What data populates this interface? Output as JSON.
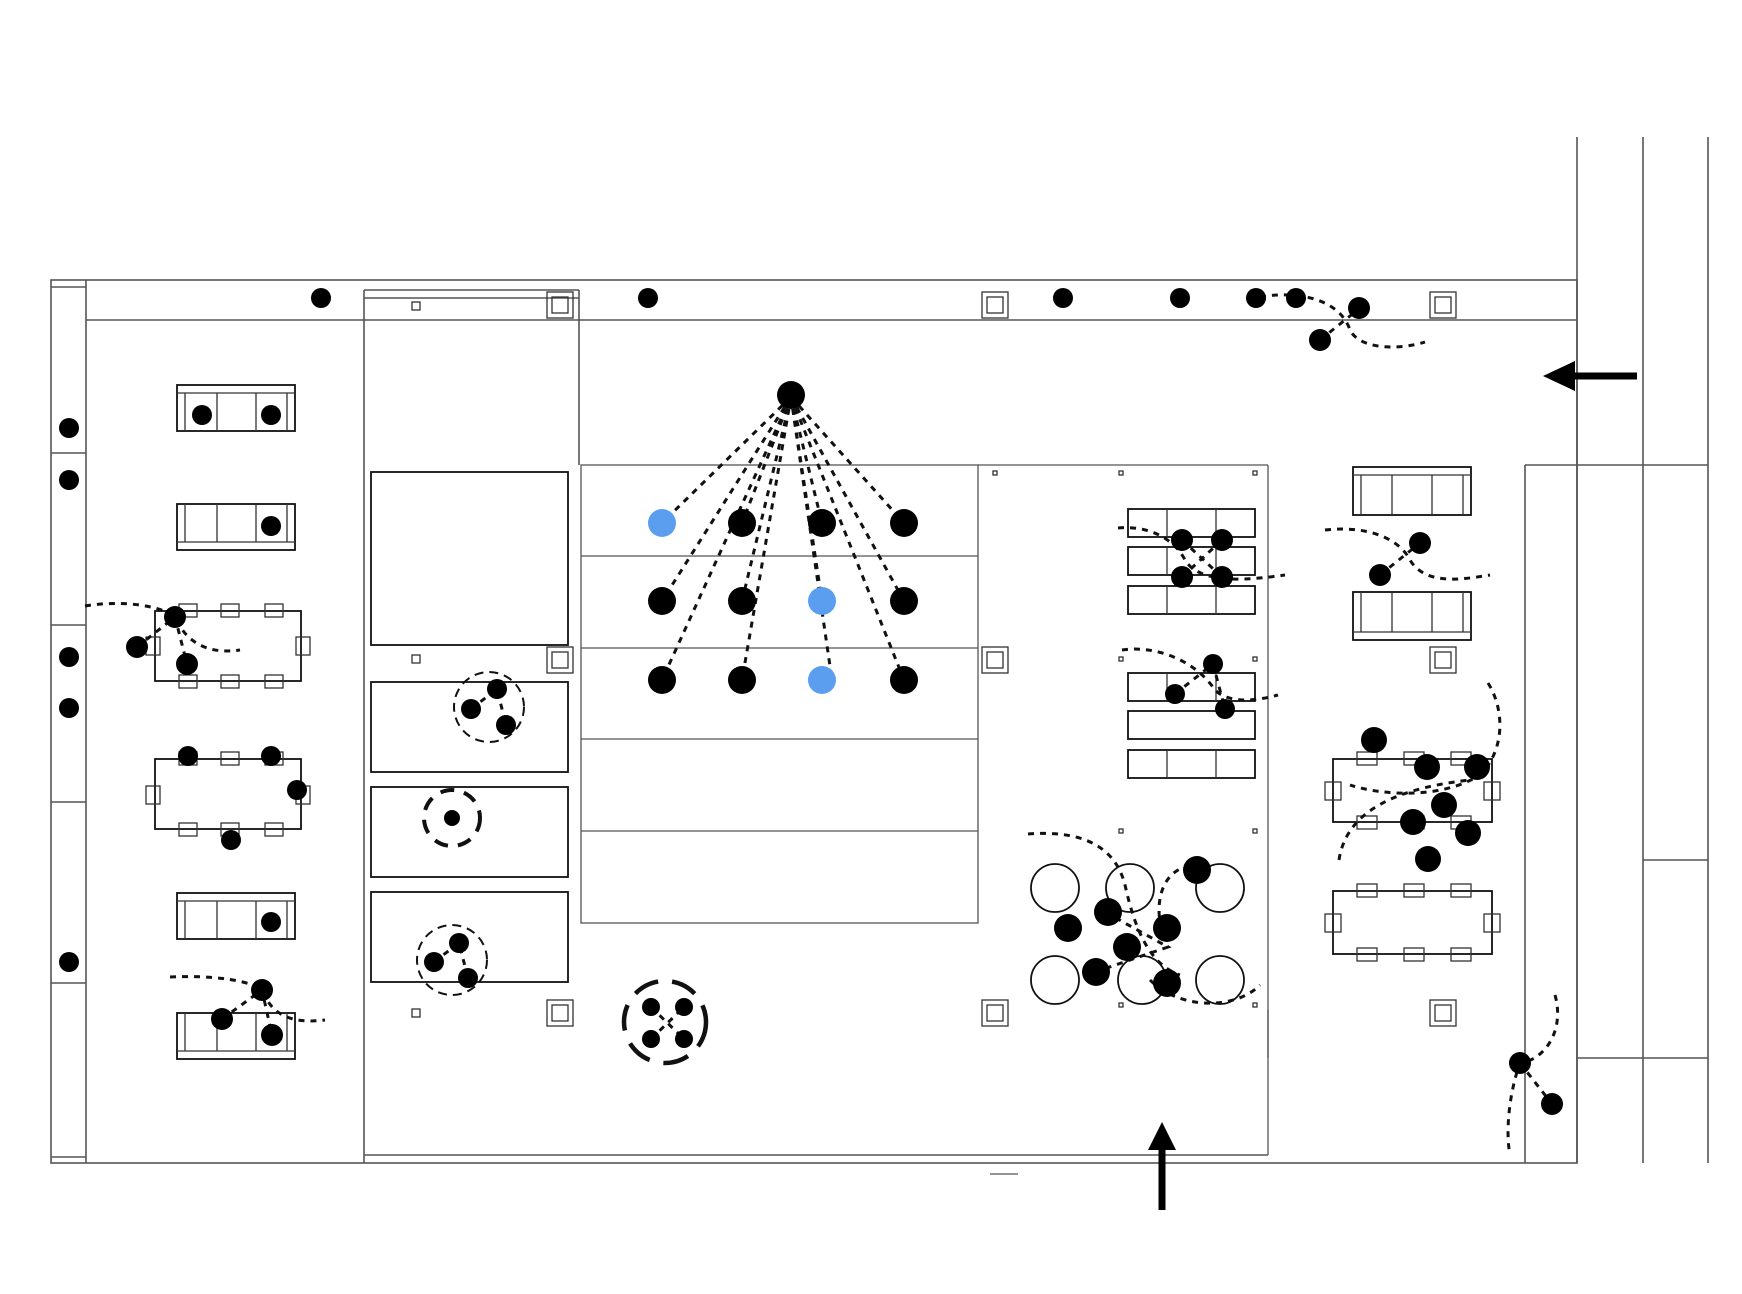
{
  "diagram": {
    "kind": "office floor plan with occupancy markers",
    "colors": {
      "person": "#000000",
      "highlighted_person": "#5b9ef0",
      "wall": "#555555",
      "path": "#111111",
      "background": "#ffffff"
    },
    "icons": {
      "entrance_right": "arrow-left-icon",
      "entrance_bottom": "arrow-up-icon"
    },
    "counts": {
      "people_markers": 79,
      "highlighted_people": 3
    }
  }
}
